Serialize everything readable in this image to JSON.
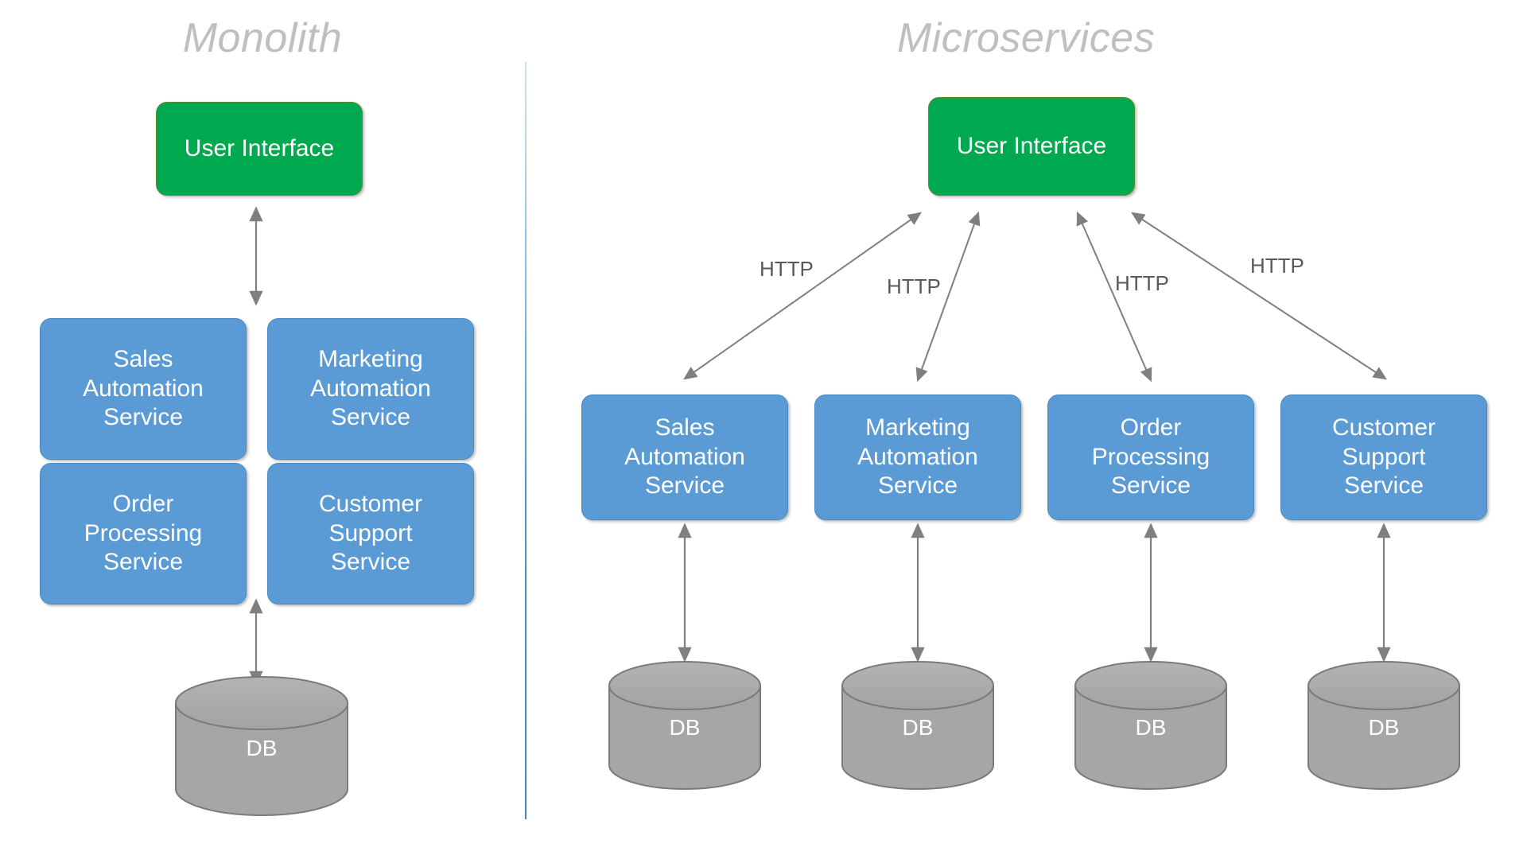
{
  "diagram": {
    "title_left": "Monolith",
    "title_right": "Microservices",
    "colors": {
      "ui_green": "#00A94F",
      "service_blue": "#5B9BD5",
      "db_gray": "#A6A6A6",
      "arrow_gray": "#7F7F7F",
      "title_gray": "#BFBFBF",
      "divider_blue": "#4A97C9"
    }
  },
  "monolith": {
    "ui": {
      "label": "User Interface"
    },
    "services": [
      {
        "label": "Sales\nAutomation\nService"
      },
      {
        "label": "Marketing\nAutomation\nService"
      },
      {
        "label": "Order\nProcessing\nService"
      },
      {
        "label": "Customer\nSupport\nService"
      }
    ],
    "db": {
      "label": "DB"
    }
  },
  "microservices": {
    "ui": {
      "label": "User Interface"
    },
    "services": [
      {
        "label": "Sales\nAutomation\nService",
        "protocol": "HTTP",
        "db": "DB"
      },
      {
        "label": "Marketing\nAutomation\nService",
        "protocol": "HTTP",
        "db": "DB"
      },
      {
        "label": "Order\nProcessing\nService",
        "protocol": "HTTP",
        "db": "DB"
      },
      {
        "label": "Customer\nSupport\nService",
        "protocol": "HTTP",
        "db": "DB"
      }
    ]
  }
}
